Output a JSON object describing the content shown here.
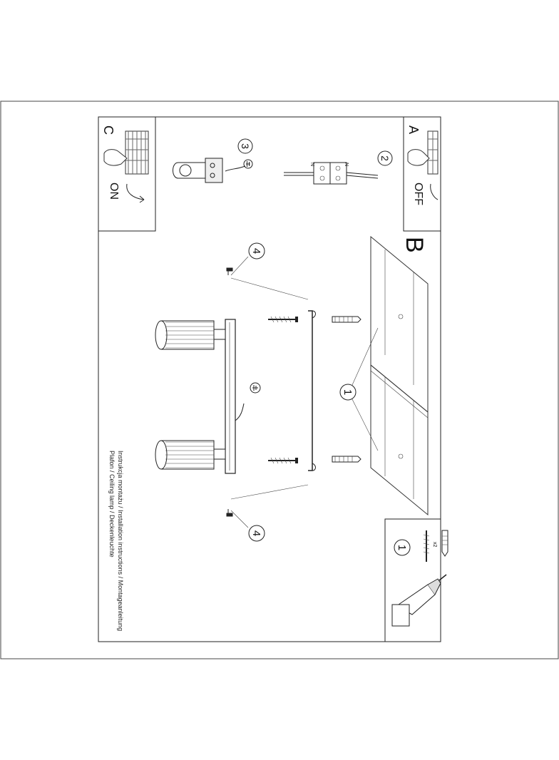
{
  "panels": {
    "a": {
      "letter": "A",
      "state": "OFF"
    },
    "c": {
      "letter": "C",
      "state": "ON"
    },
    "b": {
      "letter": "B"
    }
  },
  "steps": {
    "step1_label": "1",
    "step2_label": "2",
    "step3_label": "3",
    "step4_label": "4"
  },
  "wiring": {
    "neutral_mark": "N"
  },
  "tools": {
    "quantity": "x2"
  },
  "caption": {
    "line1": "Instrukcja montażu / Installation instructions / Montageanleitung",
    "line2": "Plafon / Ceiling lamp / Deckenleuchte"
  },
  "icons": [
    "ground-icon",
    "drill-icon",
    "screw-icon",
    "wall-plug-icon",
    "fuse-box-icon",
    "hand-icon"
  ]
}
